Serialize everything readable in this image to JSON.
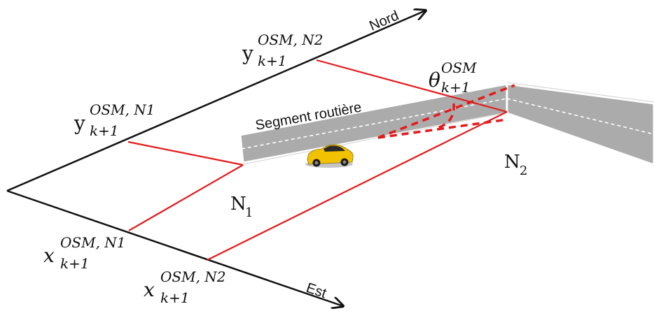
{
  "axes": {
    "north_label": "Nord",
    "east_label": "Est"
  },
  "road": {
    "segment_label": "Segment routière"
  },
  "nodes": {
    "n1": {
      "base": "N",
      "sub": "1"
    },
    "n2": {
      "base": "N",
      "sub": "2"
    }
  },
  "projections": {
    "y_n2": {
      "base": "y",
      "sup": "OSM, N2",
      "sub": "k+1"
    },
    "y_n1": {
      "base": "y",
      "sup": "OSM, N1",
      "sub": "k+1"
    },
    "x_n1": {
      "base": "x",
      "sup": "OSM, N1",
      "sub": "k+1"
    },
    "x_n2": {
      "base": "x",
      "sup": "OSM, N2",
      "sub": "k+1"
    }
  },
  "heading": {
    "base": "θ",
    "sup": "OSM",
    "sub": "k+1"
  },
  "colors": {
    "axis": "#111111",
    "projection": "#e31a1c",
    "road": "#a9a9a9",
    "road_edge": "#ffffff",
    "car": "#f2c200"
  },
  "icons": {
    "vehicle": "car-icon"
  }
}
